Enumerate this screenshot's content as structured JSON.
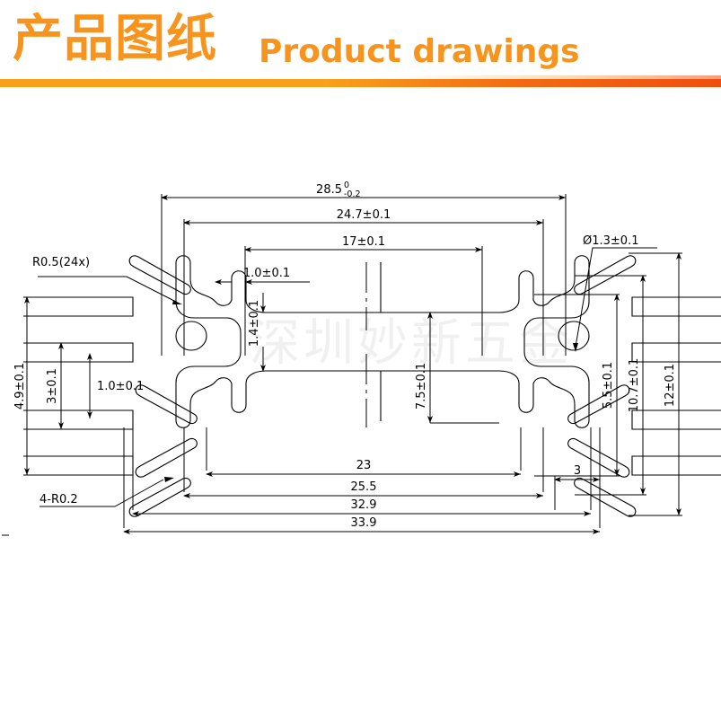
{
  "banner": {
    "title_cn": "产品图纸",
    "title_en": "Product drawings",
    "accent_color": "#F7941E",
    "rule_color_left": "#F9A01B",
    "rule_color_right": "#F04E10"
  },
  "watermark": {
    "text": "深圳妙新五金"
  },
  "drawing": {
    "type": "mechanical-part-2d-outline",
    "dimensions": {
      "top": [
        {
          "id": "d-28-5",
          "value": "28.5",
          "tol_upper": "0",
          "tol_lower": "-0.2"
        },
        {
          "id": "d-24-7",
          "value": "24.7±0.1"
        },
        {
          "id": "d-17",
          "value": "17±0.1"
        }
      ],
      "bottom": [
        {
          "id": "d-23",
          "value": "23"
        },
        {
          "id": "d-25-5",
          "value": "25.5"
        },
        {
          "id": "d-32-9",
          "value": "32.9"
        },
        {
          "id": "d-33-9",
          "value": "33.9"
        }
      ],
      "left": [
        {
          "id": "d-4-9",
          "value": "4.9±0.1"
        },
        {
          "id": "d-3",
          "value": "3±0.1"
        },
        {
          "id": "d-1-0-left",
          "value": "1.0±0.1"
        }
      ],
      "right": [
        {
          "id": "d-5-5",
          "value": "5.5±0.1"
        },
        {
          "id": "d-10-7",
          "value": "10.7±0.1"
        },
        {
          "id": "d-12",
          "value": "12±0.1"
        },
        {
          "id": "d-3-br",
          "value": "3"
        }
      ],
      "center": [
        {
          "id": "d-1-0-top",
          "value": "1.0±0.1"
        },
        {
          "id": "d-1-4",
          "value": "1.4±0.1"
        },
        {
          "id": "d-7-5",
          "value": "7.5±0.1"
        }
      ]
    },
    "notes": [
      {
        "id": "note-r05",
        "text": "R0.5(24x)"
      },
      {
        "id": "note-4r02",
        "text": "4-R0.2"
      },
      {
        "id": "note-dia",
        "text": "Ø1.3±0.1"
      }
    ]
  }
}
